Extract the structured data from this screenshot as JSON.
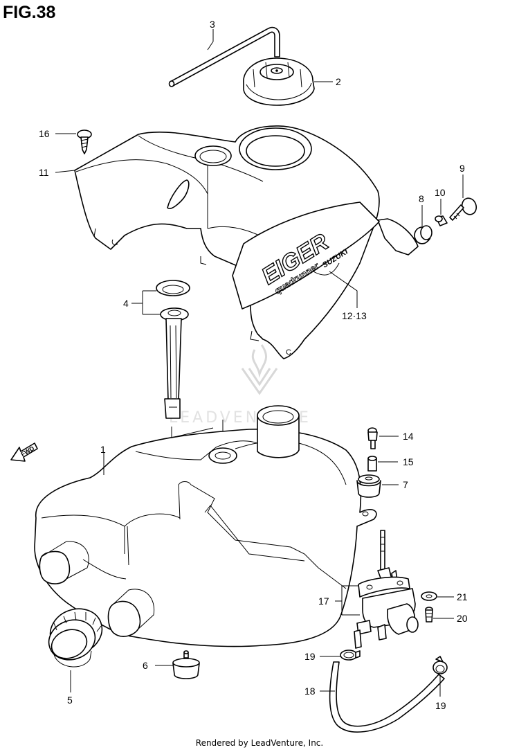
{
  "figure": {
    "title": "FIG.38",
    "footer": "Rendered by LeadVenture, Inc.",
    "watermark": "LEADVENTURE",
    "fwd_label": "FWD",
    "tank_logo": {
      "word": "EIGER",
      "sub": "quadrunner",
      "brand": "SUZUKI"
    }
  },
  "callouts": [
    {
      "id": "1",
      "label": "1"
    },
    {
      "id": "2",
      "label": "2"
    },
    {
      "id": "3",
      "label": "3"
    },
    {
      "id": "4",
      "label": "4"
    },
    {
      "id": "5",
      "label": "5"
    },
    {
      "id": "6",
      "label": "6"
    },
    {
      "id": "7",
      "label": "7"
    },
    {
      "id": "8",
      "label": "8"
    },
    {
      "id": "9",
      "label": "9"
    },
    {
      "id": "10",
      "label": "10"
    },
    {
      "id": "11",
      "label": "11"
    },
    {
      "id": "12-13",
      "label": "12·13"
    },
    {
      "id": "14",
      "label": "14"
    },
    {
      "id": "15",
      "label": "15"
    },
    {
      "id": "16",
      "label": "16"
    },
    {
      "id": "17",
      "label": "17"
    },
    {
      "id": "18",
      "label": "18"
    },
    {
      "id": "19a",
      "label": "19"
    },
    {
      "id": "19b",
      "label": "19"
    },
    {
      "id": "20",
      "label": "20"
    },
    {
      "id": "21",
      "label": "21"
    }
  ]
}
